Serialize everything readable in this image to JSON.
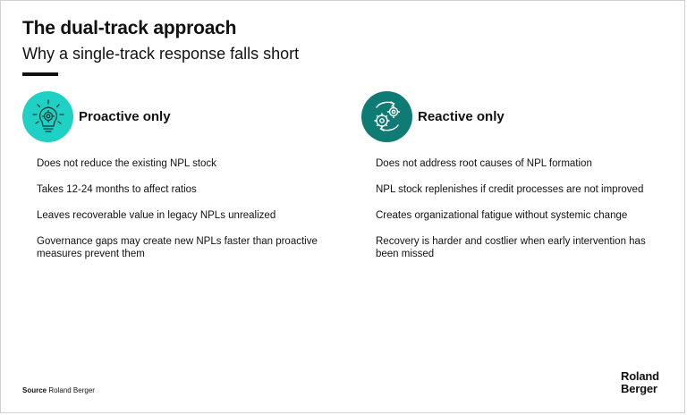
{
  "header": {
    "title": "The dual-track approach",
    "subtitle": "Why a single-track response falls short"
  },
  "left_column": {
    "icon": "lightbulb-gear-icon",
    "heading": "Proactive only",
    "items": [
      "Does not reduce the existing NPL stock",
      "Takes 12-24 months to affect ratios",
      "Leaves recoverable value in legacy NPLs unrealized",
      "Governance gaps may create new NPLs faster than proactive measures prevent them"
    ]
  },
  "right_column": {
    "icon": "gears-cycle-icon",
    "heading": "Reactive only",
    "items": [
      "Does not address root causes of NPL formation",
      "NPL stock replenishes if credit processes are not improved",
      "Creates organizational fatigue without systemic change",
      "Recovery is harder and costlier when early intervention has been missed"
    ]
  },
  "footer": {
    "source_label": "Source",
    "source_text": "Roland Berger",
    "logo_line1": "Roland",
    "logo_line2": "Berger"
  },
  "colors": {
    "teal_light": "#1fd1c4",
    "teal_dark": "#0e7c74",
    "text": "#111111"
  }
}
